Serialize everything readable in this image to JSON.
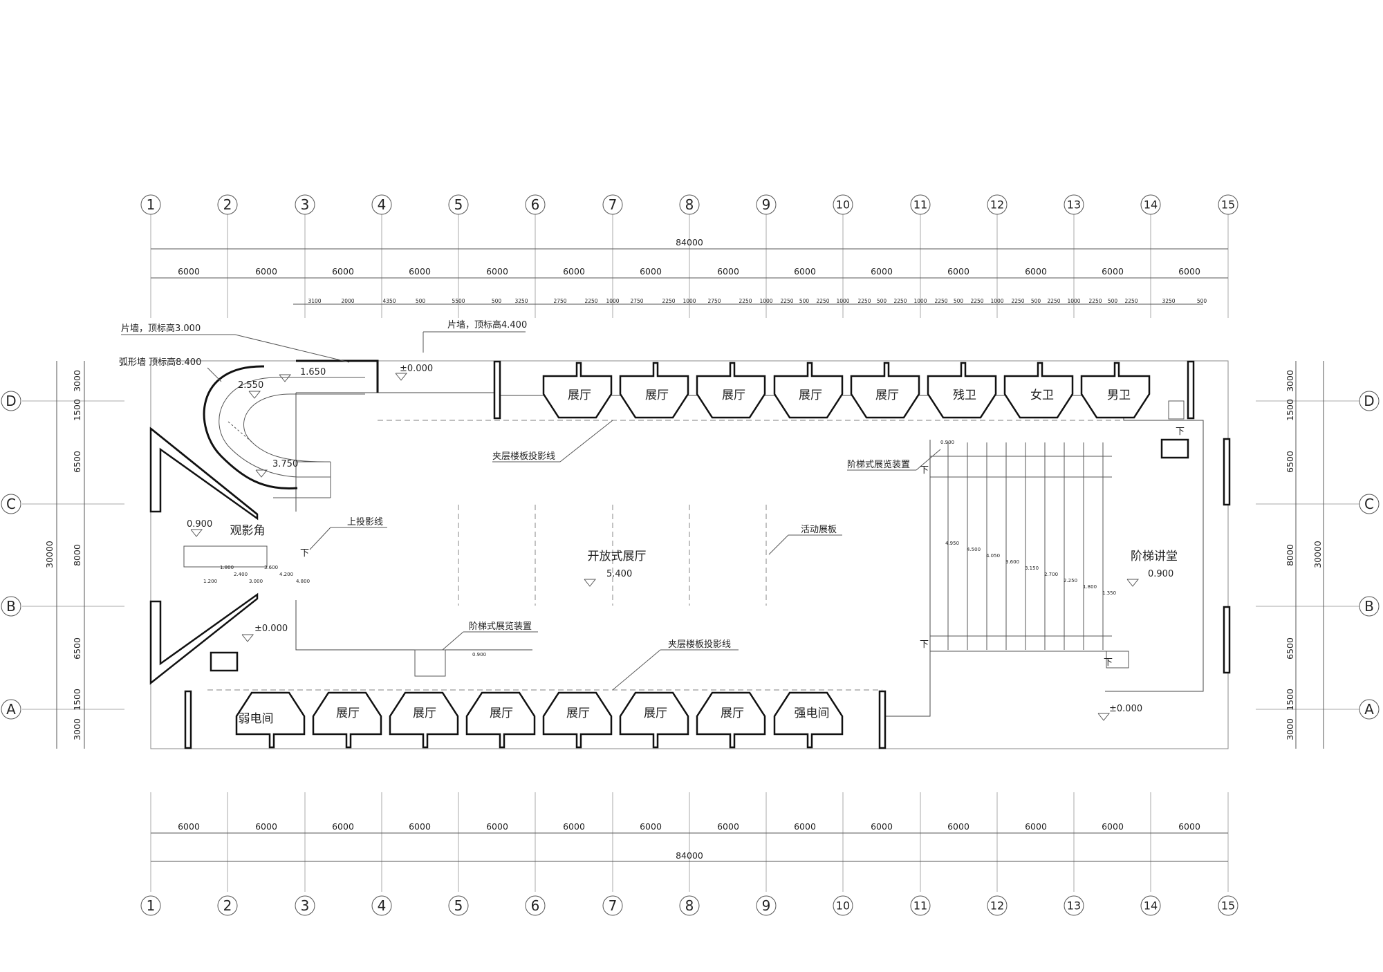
{
  "axes": {
    "columns": [
      "1",
      "2",
      "3",
      "4",
      "5",
      "6",
      "7",
      "8",
      "9",
      "10",
      "11",
      "12",
      "13",
      "14",
      "15"
    ],
    "rows": [
      "D",
      "C",
      "B",
      "A"
    ]
  },
  "dimensions": {
    "total_width": "84000",
    "bay": "6000",
    "total_depth": "30000",
    "row_spans": [
      "3000",
      "1500",
      "6500",
      "8000",
      "6500",
      "1500",
      "3000"
    ],
    "detail_top": [
      "3100",
      "2000",
      "4350",
      "500",
      "5500",
      "500",
      "3250",
      "2750",
      "2250",
      "1000",
      "2750",
      "2250",
      "1000",
      "2750",
      "2250",
      "1000",
      "2250",
      "500",
      "2250",
      "1000",
      "2250",
      "500",
      "2250",
      "1000",
      "2250",
      "500",
      "2250",
      "1000",
      "2250",
      "500",
      "2250",
      "1000",
      "2250",
      "500",
      "2250",
      "3250",
      "500"
    ]
  },
  "rooms": {
    "exhibition": "展厅",
    "accessible_wc": "残卫",
    "female_wc": "女卫",
    "male_wc": "男卫",
    "weak_current": "弱电间",
    "strong_current": "强电间",
    "viewing_corner": "观影角",
    "open_hall": "开放式展厅",
    "lecture_hall": "阶梯讲堂"
  },
  "notes": {
    "wall_3000": "片墙，顶标高3.000",
    "wall_4400": "片墙，顶标高4.400",
    "arc_wall": "弧形墙 顶标高8.400",
    "mezz_line": "夹层楼板投影线",
    "stepped_display": "阶梯式展览装置",
    "upper_projection": "上投影线",
    "movable_panel": "活动展板",
    "down": "下"
  },
  "levels": {
    "l1650": "1.650",
    "l2550": "2.550",
    "l3750": "3.750",
    "l0900": "0.900",
    "zero": "±0.000",
    "l5400": "5.400",
    "hall_0900": "0.900",
    "small_0900": "0.900",
    "seat_levels": [
      "4.950",
      "4.500",
      "4.050",
      "3.600",
      "3.150",
      "2.700",
      "2.250",
      "1.800",
      "1.350"
    ],
    "corner_levels": [
      "1.200",
      "1.800",
      "2.400",
      "3.000",
      "3.600",
      "4.200",
      "4.800"
    ]
  }
}
